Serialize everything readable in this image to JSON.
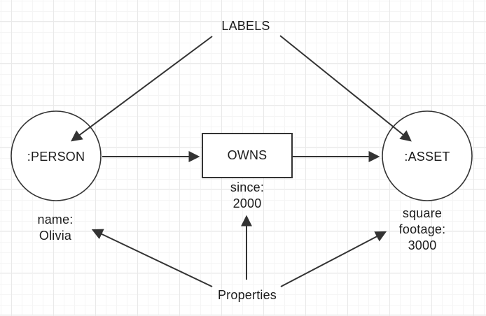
{
  "diagram": {
    "labels_title": "LABELS",
    "properties_title": "Properties",
    "person": {
      "label": ":PERSON",
      "property": "name:\nOlivia"
    },
    "relationship": {
      "label": "OWNS",
      "property": "since:\n2000"
    },
    "asset": {
      "label": ":ASSET",
      "property": "square\nfootage:\n3000"
    },
    "colors": {
      "stroke": "#333333",
      "text": "#1c1c1c",
      "background": "#ffffff",
      "grid_minor": "#f5f5f5",
      "grid_major": "#e9e9e9"
    }
  }
}
